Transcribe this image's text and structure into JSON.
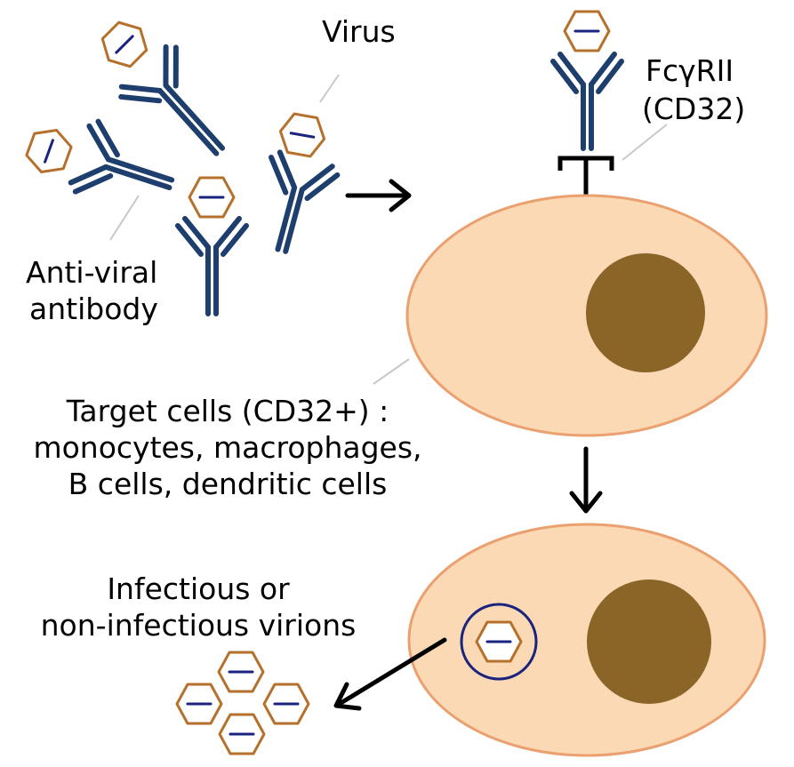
{
  "labels": {
    "virus": "Virus",
    "receptor_line1": "FcγRII",
    "receptor_line2": "(CD32)",
    "antibody_line1": "Anti-viral",
    "antibody_line2": "antibody",
    "target_line1": "Target cells (CD32+) :",
    "target_line2": "monocytes, macrophages,",
    "target_line3": "B cells, dendritic cells",
    "virions_line1": "Infectious or",
    "virions_line2": "non-infectious virions"
  },
  "colors": {
    "antibody": "#1e3f6e",
    "virus_outline": "#b5702c",
    "virus_inner": "#1a237e",
    "cell_fill": "#fbd9b4",
    "cell_outline": "#eba06f",
    "nucleus": "#8b6428",
    "leader_line": "#c8c8c8",
    "arrow": "#000000"
  }
}
